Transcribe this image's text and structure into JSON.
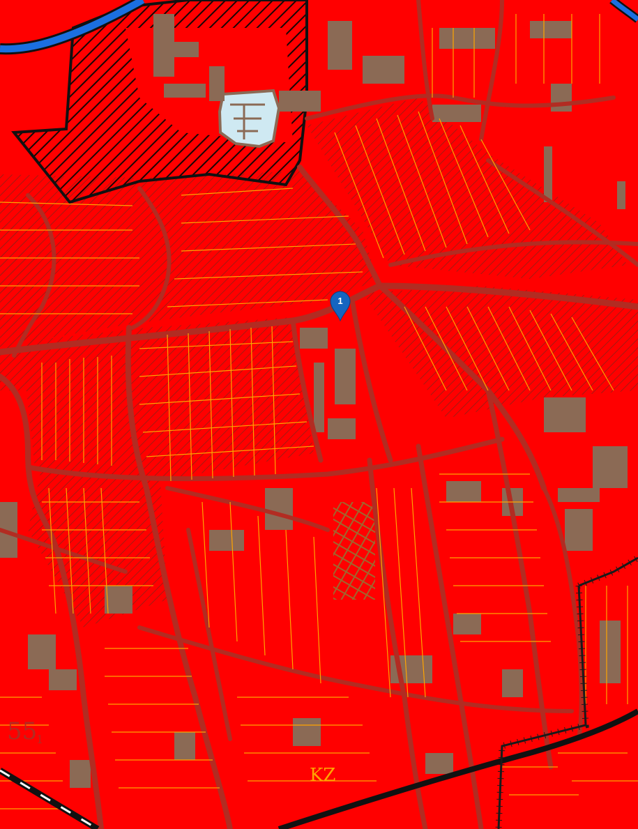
{
  "map": {
    "colors": {
      "zone_fill": "#ff0000",
      "building": "#8b6a55",
      "road": "#b22c22",
      "parcel_line": "#ffa500",
      "hatch": "#5a1a12",
      "water": "#1b6fe0",
      "pond": "#cfe9f2",
      "rail": "#111111",
      "boundary": "#1a1a1a",
      "marker": "#1565c0"
    },
    "labels": {
      "sector_number": "55",
      "sector_suffix": "1",
      "street_fragment": "KZ"
    },
    "marker": {
      "number": "1"
    }
  }
}
